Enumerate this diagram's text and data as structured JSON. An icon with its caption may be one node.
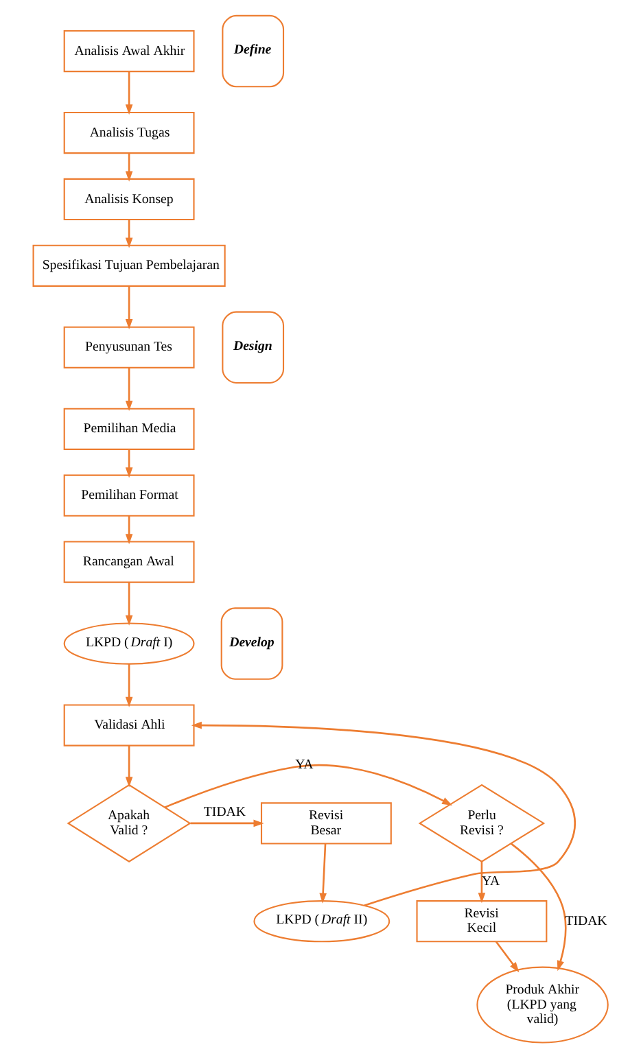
{
  "diagram": {
    "nodes": [
      {
        "text": [
          "Analisis Awal Akhir"
        ]
      },
      {
        "text": [
          "Analisis Tugas"
        ]
      },
      {
        "text": [
          "Analisis Konsep"
        ]
      },
      {
        "text": [
          "Spesifikasi Tujuan Pembelajaran"
        ]
      },
      {
        "text": [
          "Define"
        ]
      },
      {
        "text": [
          "Penyusunan Tes"
        ]
      },
      {
        "text": [
          "Pemilihan Media"
        ]
      },
      {
        "text": [
          "Pemilihan Format"
        ]
      },
      {
        "text": [
          "Rancangan Awal"
        ]
      },
      {
        "text": [
          "Design"
        ]
      },
      {
        "text": [
          "LKPD (*Draft* I)"
        ]
      },
      {
        "text": [
          "Develop"
        ]
      },
      {
        "text": [
          "Validasi Ahli"
        ]
      },
      {
        "text": [
          "Apakah Valid ?"
        ]
      },
      {
        "text": [
          "Perlu Revisi ?"
        ]
      },
      {
        "text": [
          "Revisi Besar"
        ]
      },
      {
        "text": [
          "Revisi Kecil"
        ]
      },
      {
        "text": [
          "LKPD (*Draft* II)"
        ]
      },
      {
        "text": [
          "Produk Akhir (LKPD yang valid)"
        ]
      }
    ],
    "edges": [
      {
        "from": 0,
        "to": 1,
        "arrow": "to"
      },
      {
        "from": 1,
        "to": 2,
        "arrow": "to"
      },
      {
        "from": 2,
        "to": 3,
        "arrow": "to"
      },
      {
        "from": 3,
        "to": 5,
        "arrow": "to"
      },
      {
        "from": 5,
        "to": 6,
        "arrow": "to"
      },
      {
        "from": 6,
        "to": 7,
        "arrow": "to"
      },
      {
        "from": 7,
        "to": 8,
        "arrow": "to"
      },
      {
        "from": 8,
        "to": 10,
        "arrow": "to"
      },
      {
        "from": 10,
        "to": 12,
        "arrow": "to"
      },
      {
        "from": 12,
        "to": 13,
        "arrow": "to"
      },
      {
        "from": 13,
        "to": 14,
        "arrow": "to",
        "label": "YA"
      },
      {
        "from": 13,
        "to": 15,
        "arrow": "to",
        "label": "TIDAK"
      },
      {
        "from": 14,
        "to": 16,
        "arrow": "to",
        "label": "YA"
      },
      {
        "from": 14,
        "to": 18,
        "arrow": "to",
        "label": "TIDAK"
      },
      {
        "from": 15,
        "to": 17,
        "arrow": "to"
      },
      {
        "from": 17,
        "to": 12,
        "arrow": "to"
      },
      {
        "from": 16,
        "to": 18,
        "arrow": "to"
      }
    ]
  }
}
